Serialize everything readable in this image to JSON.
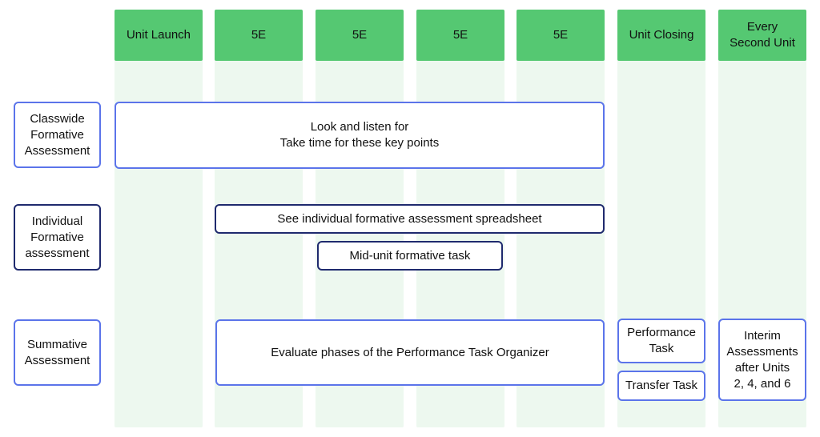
{
  "columns": [
    "Unit Launch",
    "5E",
    "5E",
    "5E",
    "5E",
    "Unit Closing",
    "Every\nSecond Unit"
  ],
  "rows": {
    "classwide": "Classwide\nFormative\nAssessment",
    "individual": "Individual\nFormative\nassessment",
    "summative": "Summative\nAssessment"
  },
  "boxes": {
    "look_listen": "Look and listen for\nTake time for these key points",
    "spreadsheet": "See individual formative assessment spreadsheet",
    "mid_unit": "Mid-unit formative task",
    "evaluate": "Evaluate phases of the Performance Task Organizer",
    "performance_task": "Performance\nTask",
    "transfer_task": "Transfer Task",
    "interim": "Interim\nAssessments\nafter Units\n2, 4, and 6"
  },
  "colors": {
    "header_green": "#55c872",
    "column_tint": "#edf8ef",
    "border_blue": "#5b74ea",
    "border_navy": "#1f2a6e"
  }
}
